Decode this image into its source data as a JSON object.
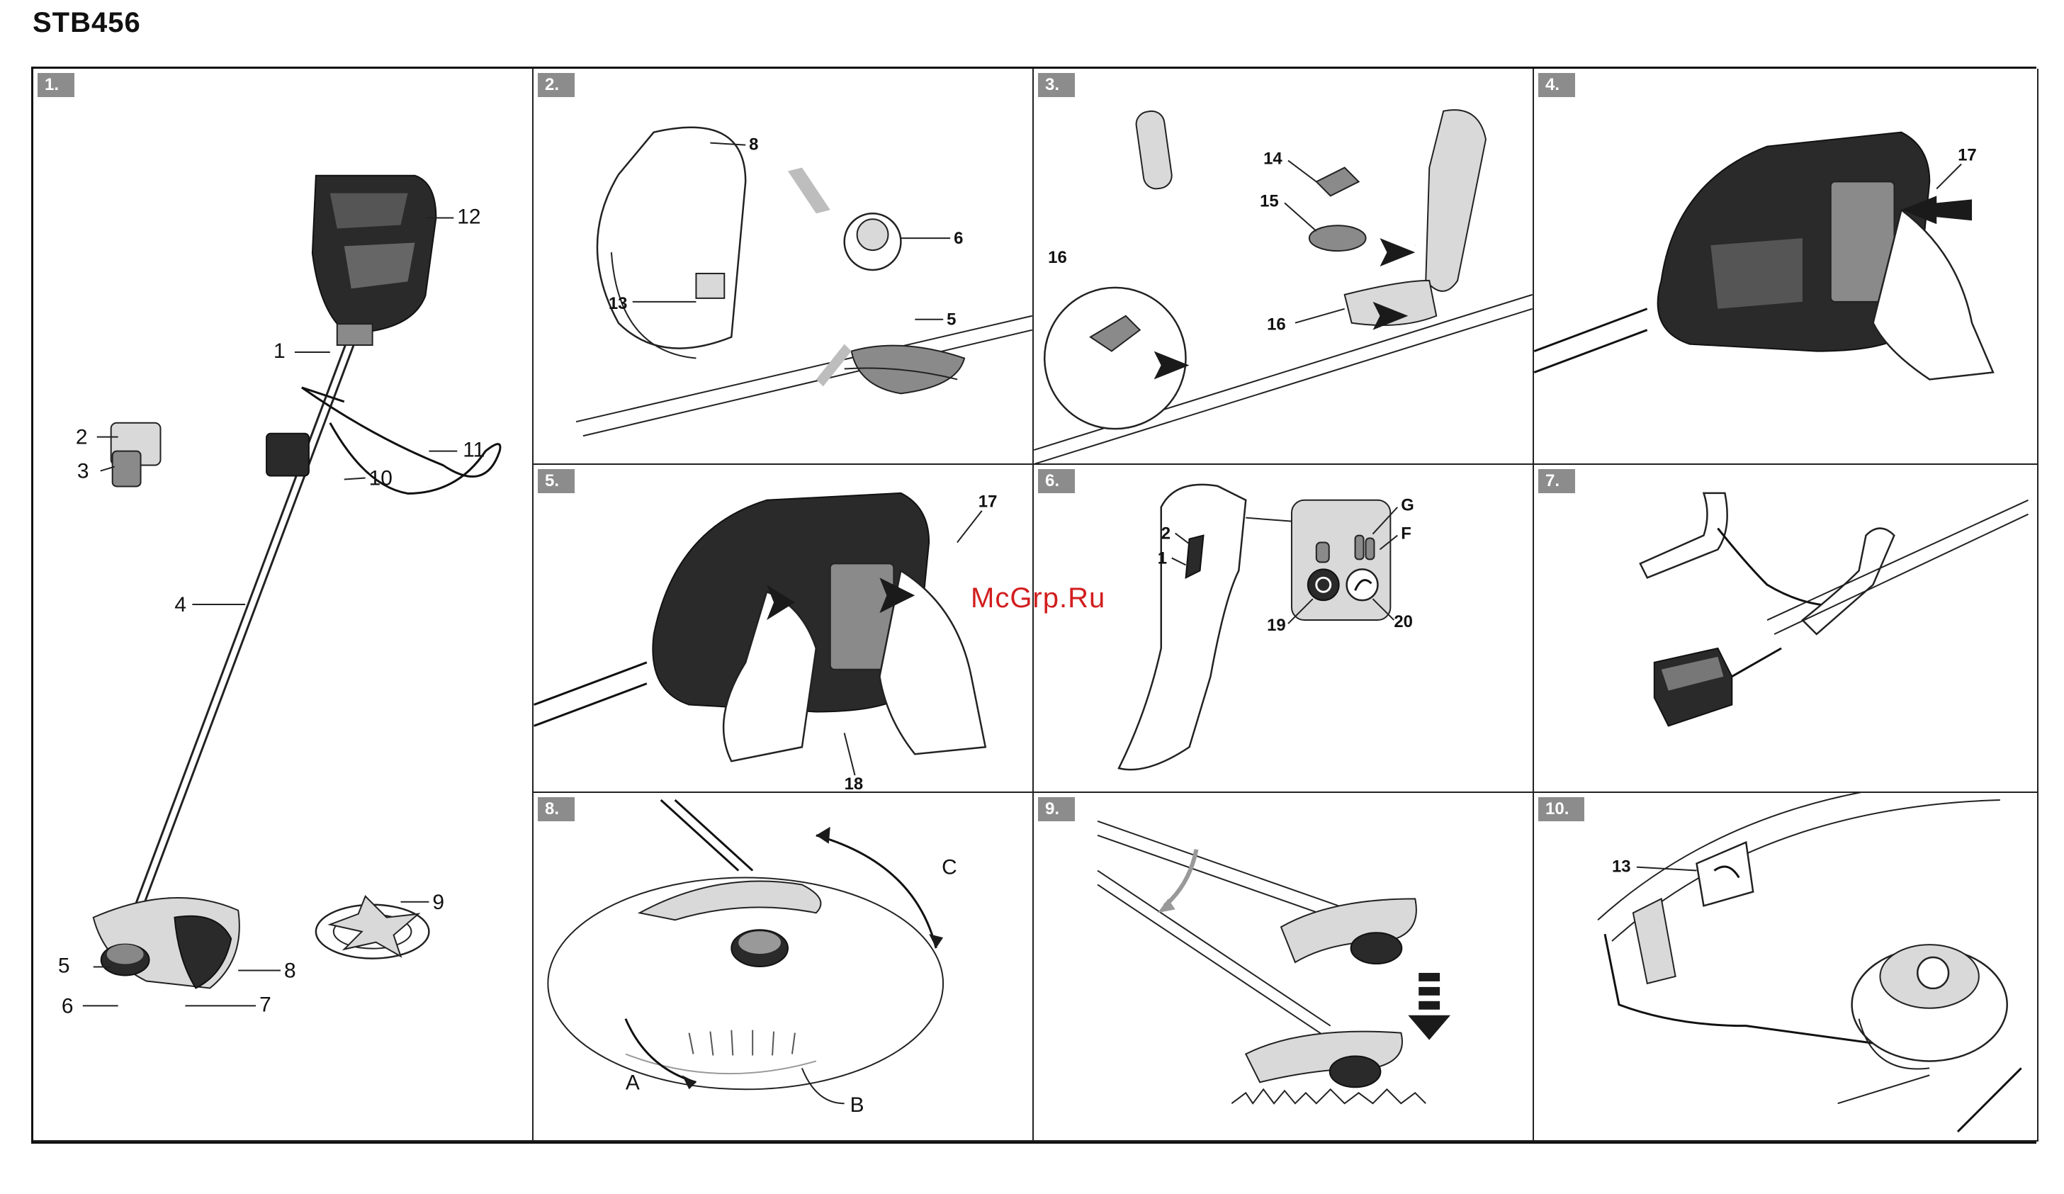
{
  "document": {
    "title": "STB456",
    "watermark": "McGrp.Ru"
  },
  "panels": [
    {
      "number": "1.",
      "labels": [
        "1",
        "2",
        "3",
        "4",
        "5",
        "6",
        "7",
        "8",
        "9",
        "10",
        "11",
        "12"
      ]
    },
    {
      "number": "2.",
      "labels": [
        "8",
        "6",
        "13",
        "5"
      ]
    },
    {
      "number": "3.",
      "labels": [
        "14",
        "15",
        "16",
        "16"
      ]
    },
    {
      "number": "4.",
      "labels": [
        "17"
      ]
    },
    {
      "number": "5.",
      "labels": [
        "17",
        "18"
      ]
    },
    {
      "number": "6.",
      "labels": [
        "2",
        "1",
        "G",
        "F",
        "19",
        "20"
      ]
    },
    {
      "number": "7.",
      "labels": []
    },
    {
      "number": "8.",
      "labels": [
        "C",
        "A",
        "B"
      ]
    },
    {
      "number": "9.",
      "labels": []
    },
    {
      "number": "10.",
      "labels": [
        "13"
      ]
    }
  ],
  "icons": [
    "arrow-icon",
    "power-icon",
    "speed-icon",
    "battery-pack-icon",
    "trimmer-head-icon"
  ]
}
